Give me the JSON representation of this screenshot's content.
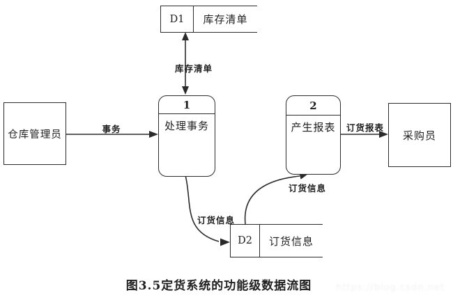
{
  "diagram": {
    "caption": "图3.5定货系统的功能级数据流图",
    "watermark": "https://blog.csdn.net",
    "entities": {
      "warehouse_manager": "仓库管理员",
      "purchaser": "采购员"
    },
    "processes": {
      "p1": {
        "id": "1",
        "name": "处理事务"
      },
      "p2": {
        "id": "2",
        "name": "产生报表"
      }
    },
    "stores": {
      "d1": {
        "id": "D1",
        "name": "库存清单"
      },
      "d2": {
        "id": "D2",
        "name": "订货信息"
      }
    },
    "flows": {
      "transaction": "事务",
      "inventory_list": "库存清单",
      "order_info_to_store": "订货信息",
      "order_info_to_process": "订货信息",
      "order_report": "订货报表"
    },
    "colors": {
      "line": "#2a2a2a",
      "background": "#ffffff"
    }
  }
}
